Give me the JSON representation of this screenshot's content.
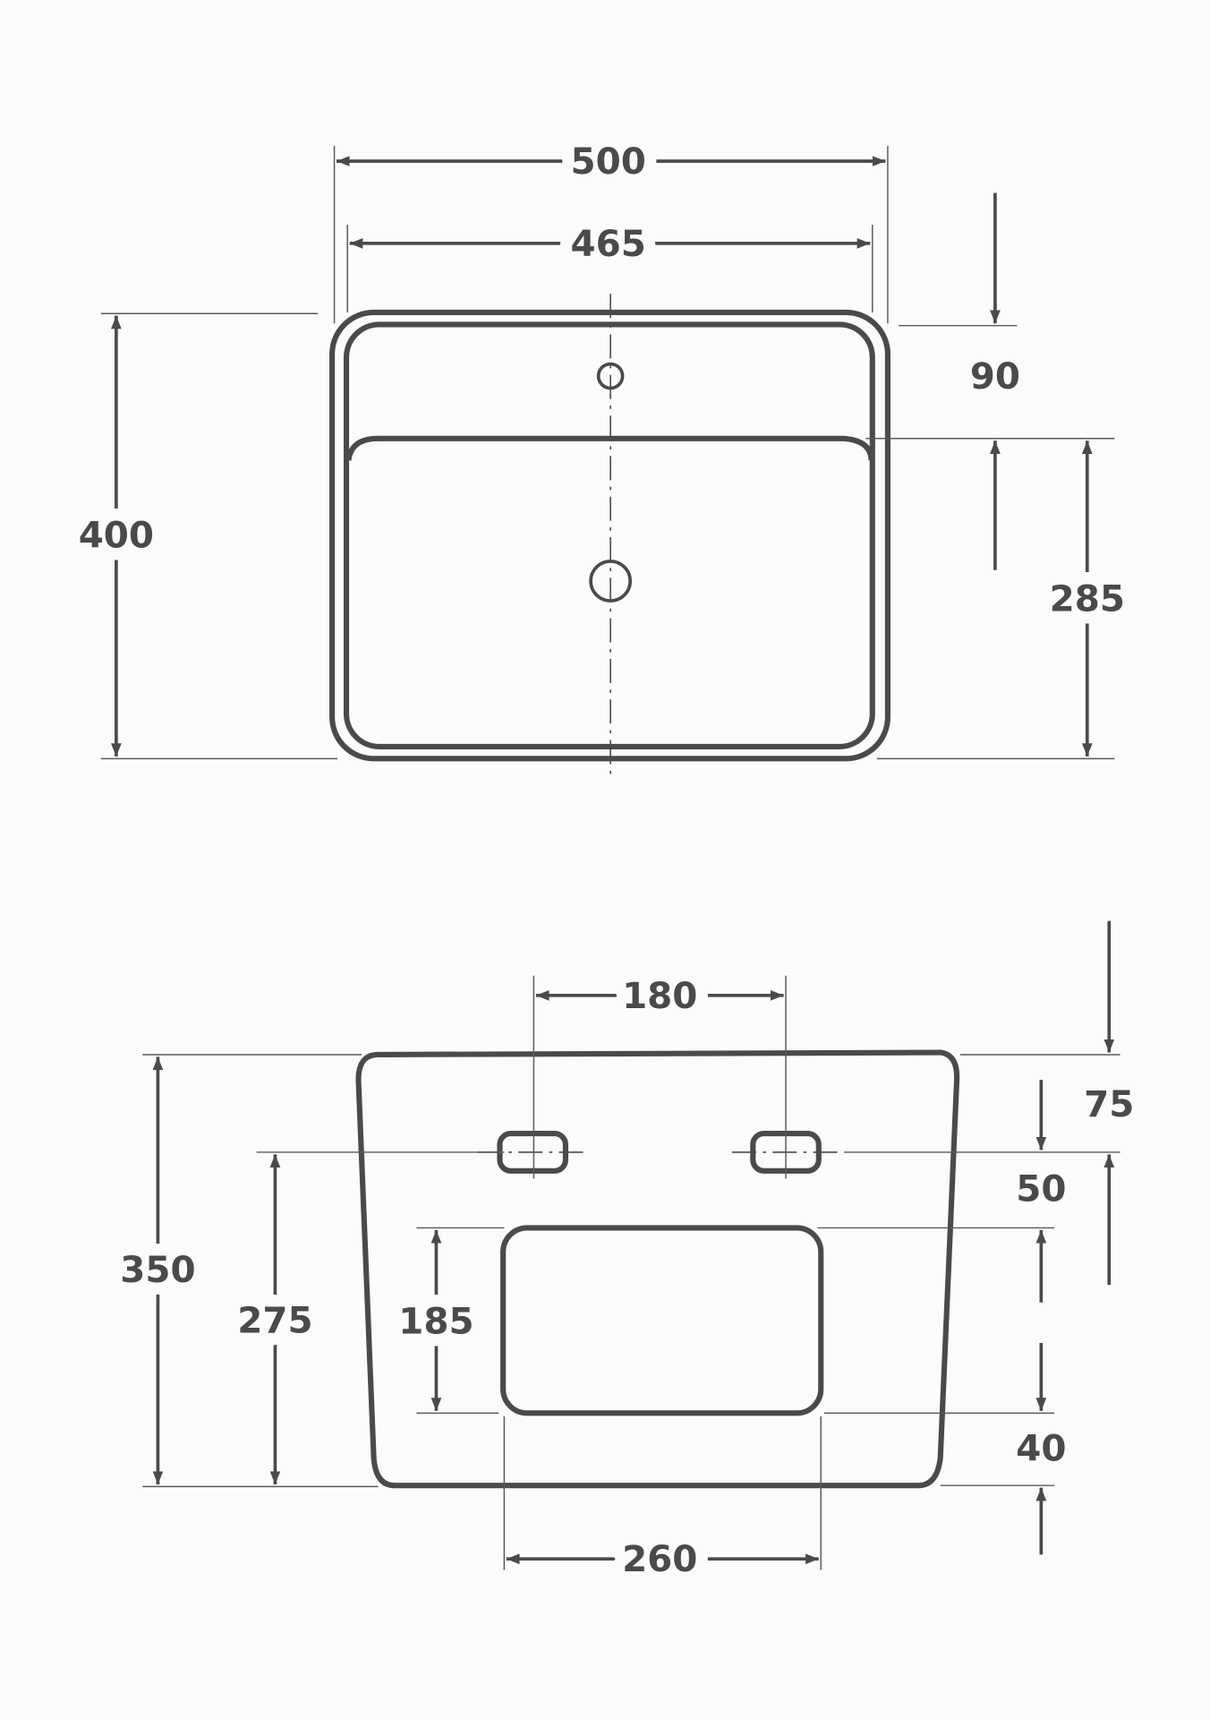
{
  "top_view": {
    "width_overall": "500",
    "width_inner": "465",
    "depth_overall": "400",
    "tap_deck_depth": "90",
    "basin_depth": "285"
  },
  "front_view": {
    "fixing_spacing": "180",
    "height_overall": "350",
    "fixing_height": "275",
    "opening_height": "185",
    "opening_width": "260",
    "top_to_fixing": "75",
    "fixing_to_opening": "50",
    "opening_to_bottom": "40"
  },
  "colors": {
    "line": "#4a4a4a",
    "background": "#fbfbfb"
  }
}
